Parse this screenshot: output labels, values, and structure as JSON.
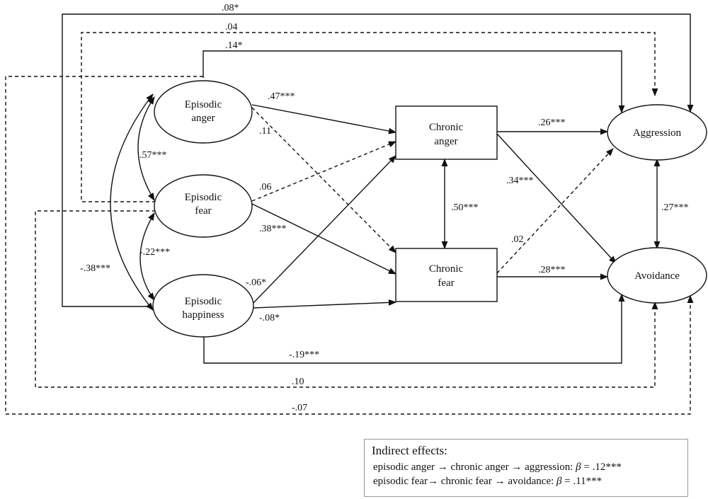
{
  "nodes": {
    "episodic_anger": [
      "Episodic",
      "anger"
    ],
    "episodic_fear": [
      "Episodic",
      "fear"
    ],
    "episodic_happiness": [
      "Episodic",
      "happiness"
    ],
    "chronic_anger": [
      "Chronic",
      "anger"
    ],
    "chronic_fear": [
      "Chronic",
      "fear"
    ],
    "aggression": "Aggression",
    "avoidance": "Avoidance"
  },
  "paths": {
    "happiness_aggression": ".08*",
    "fear_aggression": ".04",
    "anger_aggression": ".14*",
    "anger_chronic_anger": ".47***",
    "anger_chronic_fear": ".11",
    "anger_fear_corr": ".57***",
    "fear_chronic_anger": ".06",
    "fear_chronic_fear": ".38***",
    "fear_happiness_corr": "-.22***",
    "anger_happiness_corr": "-.38***",
    "happiness_chronic_anger": "-.06*",
    "happiness_chronic_fear": "-.08*",
    "chronic_anger_aggression": ".26***",
    "chronic_anger_avoidance": ".34***",
    "chronic_corr": ".50***",
    "chronic_fear_aggression": ".02",
    "chronic_fear_avoidance": ".28***",
    "aggression_avoidance_corr": ".27***",
    "happiness_avoidance": "-.19***",
    "fear_avoidance": ".10",
    "anger_avoidance": "-.07"
  },
  "indirect": {
    "title": "Indirect effects:",
    "line1_text": "episodic anger → chronic anger → aggression: ",
    "line1_beta": "β",
    "line1_value": " = .12***",
    "line2_text": "episodic fear→ chronic fear → avoidance: ",
    "line2_beta": "β",
    "line2_value": " = .11***"
  },
  "colors": {
    "line": "#111111",
    "border": "#9a9a9a"
  }
}
